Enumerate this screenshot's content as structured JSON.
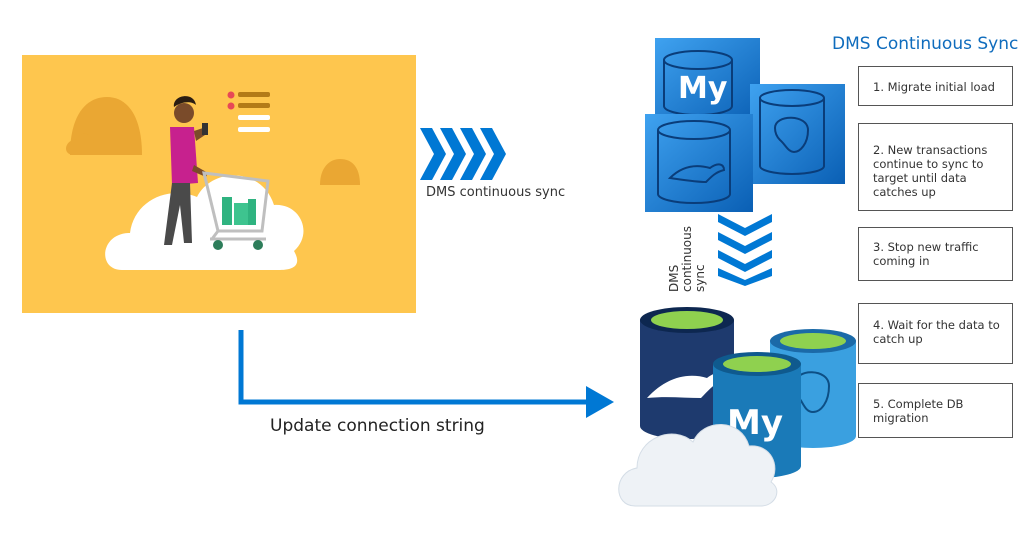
{
  "title": "DMS Continuous Sync",
  "arrows": {
    "horizontal_label": "DMS continuous sync",
    "vertical_label_lines": [
      "DMS",
      "continuous",
      "sync"
    ],
    "connection_label": "Update connection string"
  },
  "steps": [
    {
      "label": "1. Migrate initial load"
    },
    {
      "label": "2. New transactions continue to sync to target until data catches up"
    },
    {
      "label": "3. Stop new traffic coming in"
    },
    {
      "label": "4. Wait for the data to catch up"
    },
    {
      "label": "5. Complete DB migration"
    }
  ],
  "source_db_icons": [
    "mysql-logo",
    "mariadb-seal-logo",
    "postgresql-elephant-logo"
  ],
  "target_db_icons": [
    "mariadb-seal-logo",
    "mysql-logo",
    "postgresql-elephant-logo"
  ],
  "source_db_text": "My",
  "target_db_text": "My",
  "colors": {
    "panel_yellow": "#fec64e",
    "blue_accent": "#0078d4",
    "title_blue": "#0f6cbd",
    "db_green": "#8fd14f",
    "db_navy": "#1e3a6e"
  }
}
